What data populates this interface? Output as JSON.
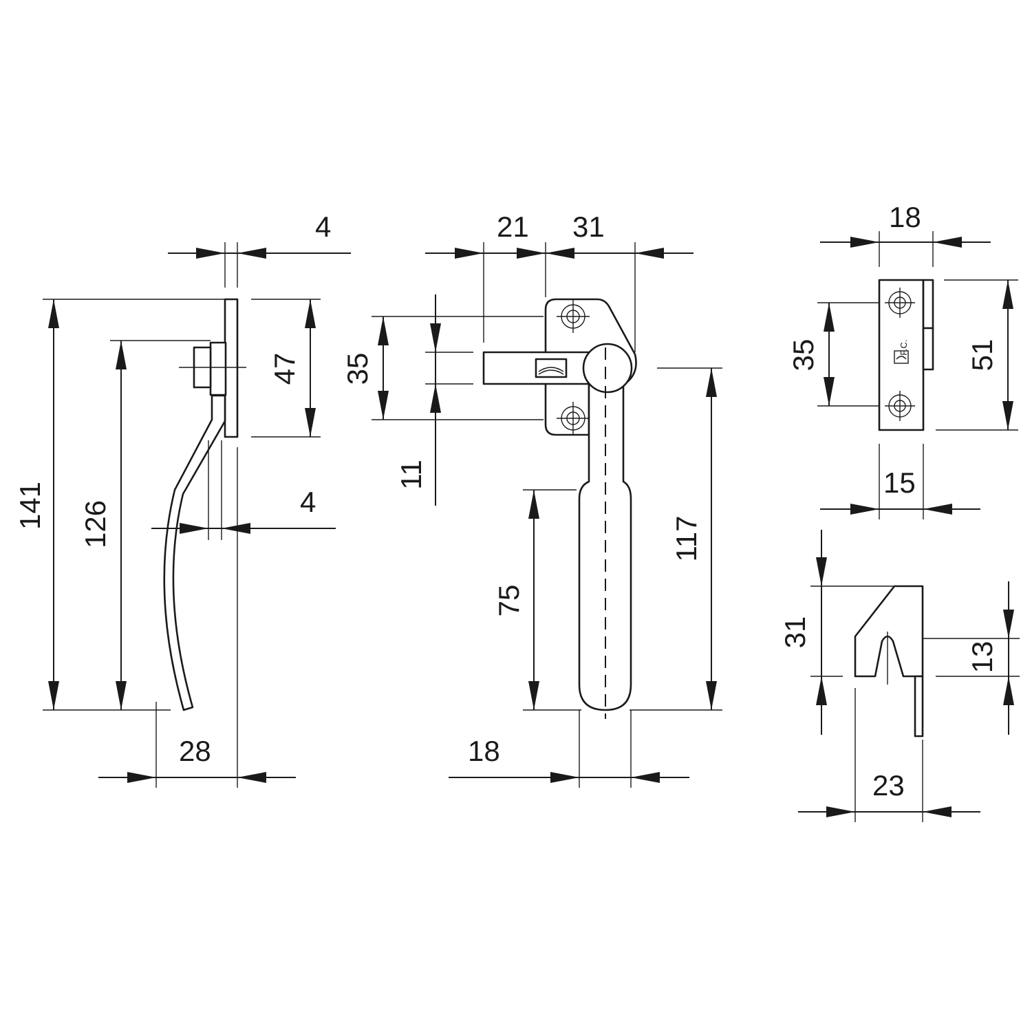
{
  "drawing": {
    "side_view": {
      "dimensions": {
        "plate_thickness": "4",
        "overall_height": "141",
        "handle_height": "126",
        "plate_height": "47",
        "offset": "4",
        "projection": "28"
      }
    },
    "front_view": {
      "dimensions": {
        "left_reach": "21",
        "right_reach": "31",
        "hole_spacing": "35",
        "bolt_offset": "11",
        "grip_length": "75",
        "handle_length": "117",
        "grip_width": "18"
      }
    },
    "keeper_view": {
      "dimensions": {
        "width": "18",
        "hole_spacing": "35",
        "height": "51",
        "depth": "15"
      },
      "logo_text": "F.C."
    },
    "keeper_side_view": {
      "dimensions": {
        "height": "31",
        "catch_height": "13",
        "width": "23"
      }
    }
  }
}
